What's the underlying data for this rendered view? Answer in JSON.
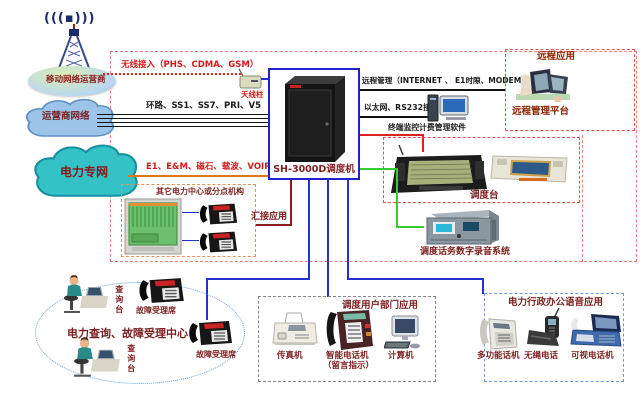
{
  "signal_glyph": "(((▪)))",
  "clouds": {
    "mobile_operator": "移动网络运营商",
    "carrier_network": "运营商网络",
    "power_network": "电力专网"
  },
  "links": {
    "wireless_access": "无线接入（PHS、CDMA、GSM）",
    "antenna_pole": "天线柱",
    "trunk_lines": "环路、SS1、SS7、PRI、V5",
    "power_trunk": "E1、E&M、磁石、载波、VOIP",
    "remote_mgmt": "远程管理（INTERNET 、 E1时隙、MODEM）",
    "ethernet_rs232": "以太网、RS232接口",
    "tandem_app": "汇接应用"
  },
  "core_switch": {
    "label": "SH-3000D调度机"
  },
  "remote_box": {
    "title": "远程应用",
    "platform": "远程管理平台"
  },
  "terminal_software": "终端监控计费管理软件",
  "dispatch_console_box": {
    "label": "调度台"
  },
  "recording_system": {
    "label": "调度话务数字录音系统"
  },
  "branch_box": {
    "title": "其它电力中心或分点机构"
  },
  "call_center": {
    "title": "电力查询、故障受理中心",
    "inquiry_desk_1": "查询台",
    "inquiry_desk_2": "查询台",
    "fault_seat_1": "故障受理席",
    "fault_seat_2": "故障受理席"
  },
  "dept_box": {
    "title": "调度用户部门应用",
    "fax": "传真机",
    "smart_phone": "智能电话机",
    "smart_phone_note": "（留言指示）",
    "computer": "计算机"
  },
  "office_box": {
    "title": "电力行政办公语音应用",
    "multi_function_phone": "多功能话机",
    "cordless_phone": "无绳电话",
    "video_phone": "可视电话机"
  },
  "colors": {
    "label_maroon": "#7b1f1f",
    "link_red": "#e02020",
    "link_orange": "#e07818",
    "link_green": "#33cc33",
    "link_blue": "#2233cc",
    "link_maroon": "#8b1a1a",
    "dash_red": "#ef8080",
    "rack_border": "#2222cc"
  }
}
